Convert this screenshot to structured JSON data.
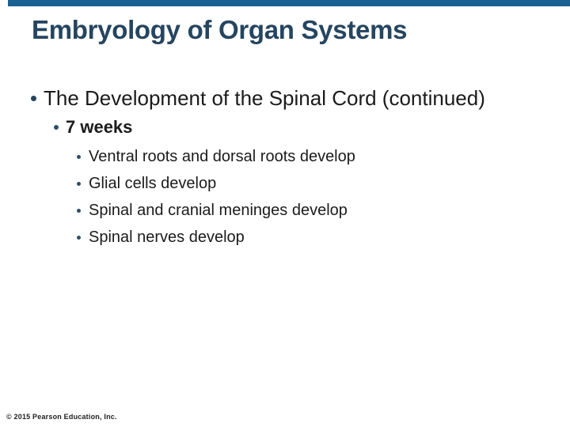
{
  "slide": {
    "title": "Embryology of Organ Systems",
    "bullet_l1": "The Development of the Spinal Cord (continued)",
    "bullet_l2": "7 weeks",
    "bullets_l3": [
      "Ventral roots and dorsal roots develop",
      "Glial cells develop",
      "Spinal and cranial meninges develop",
      "Spinal nerves develop"
    ],
    "footer": "© 2015 Pearson Education, Inc.",
    "colors": {
      "top_bar": "#1A6191",
      "title_text": "#254560",
      "body_text": "#1b1b1b",
      "bullet_dot": "#2C4F66"
    }
  }
}
